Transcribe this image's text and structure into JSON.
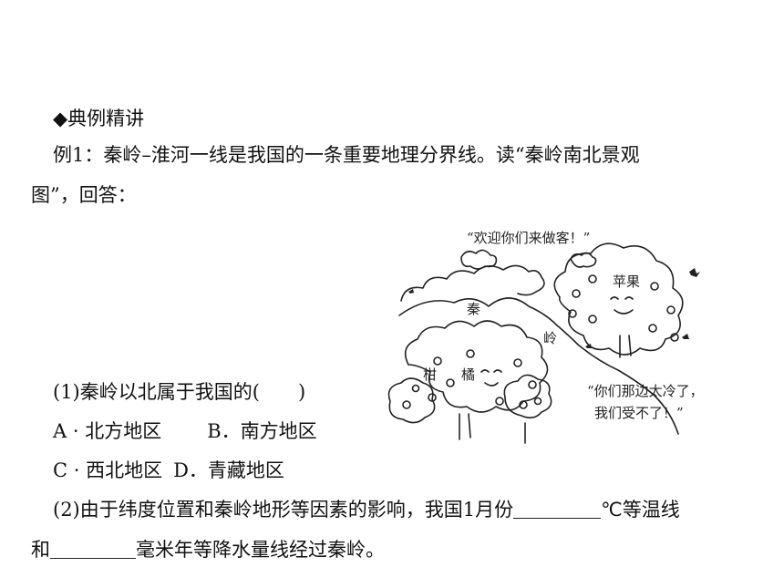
{
  "section": {
    "icon": "diamond-icon",
    "title": "典例精讲"
  },
  "example": {
    "label": "例1",
    "line1": "：秦岭–淮河一线是我国的一条重要地理分界线。读“秦岭南北景观",
    "line2": "图”，回答："
  },
  "question1": {
    "stem": "(1)秦岭以北属于我国的(　　)",
    "option_a": "A · 北方地区",
    "option_b": "B．南方地区",
    "option_c": "C · 西北地区",
    "option_d": "D．青藏地区"
  },
  "question2": {
    "part1": "(2)由于纬度位置和秦岭地形等因素的影响，我国1月份",
    "unit": "℃",
    "part2": "等温线",
    "part3": "和",
    "part4": "毫米年等降水量线经过秦岭。"
  },
  "illustration": {
    "speech_apple": "“欢迎你们来做客！”",
    "apple_label": "苹果",
    "qin": "秦",
    "ling": "岭",
    "citrus_1": "柑",
    "citrus_2": "橘",
    "speech_citrus_1": "“你们那边太冷了，",
    "speech_citrus_2": "我们受不了！”"
  }
}
